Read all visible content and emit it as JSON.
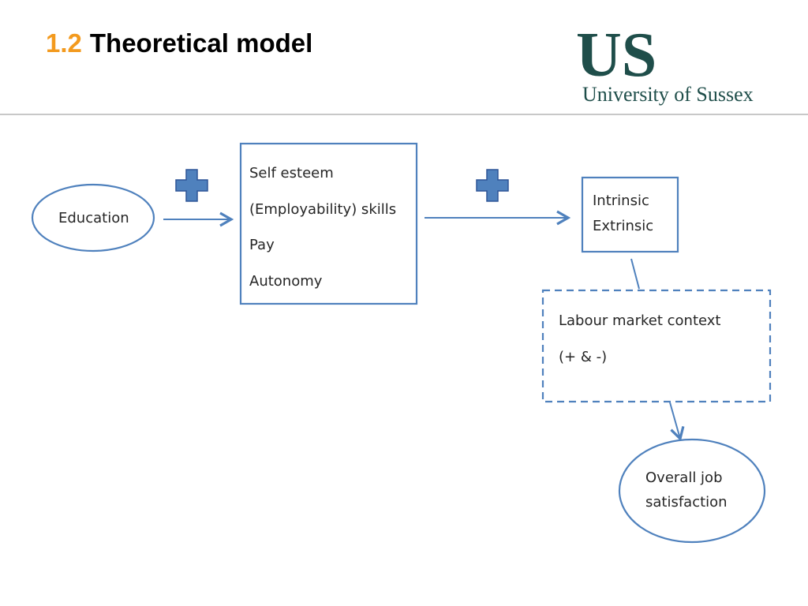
{
  "slide": {
    "number": "1.2",
    "title": "Theoretical model"
  },
  "logo": {
    "monogram": "US",
    "name": "University of Sussex"
  },
  "colors": {
    "accent_orange": "#f39a1e",
    "shape_blue": "#4f81bd",
    "logo_green": "#1f4e4a"
  },
  "diagram": {
    "education": "Education",
    "mediators": [
      "Self esteem",
      "(Employability) skills",
      "Pay",
      "Autonomy"
    ],
    "outcomes": [
      "Intrinsic",
      "Extrinsic"
    ],
    "context_title": "Labour market context",
    "context_sign": "(+ & -)",
    "result": [
      "Overall job",
      "satisfaction"
    ]
  }
}
